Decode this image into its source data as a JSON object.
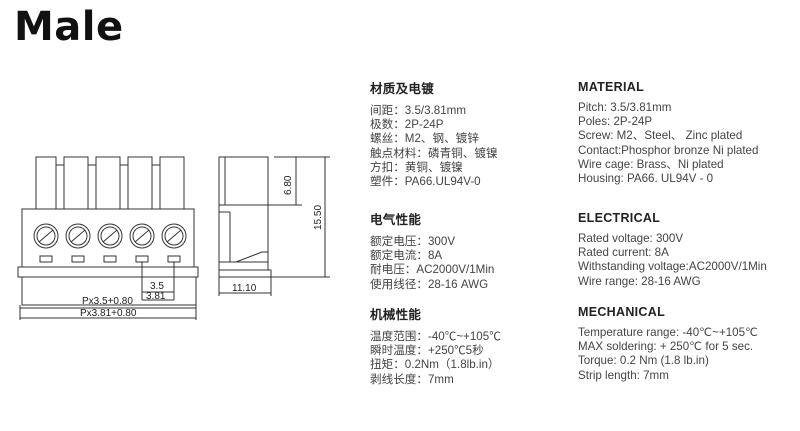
{
  "title": "Male",
  "drawing": {
    "front_pitch_label": "3.5",
    "front_pitch_label_2": "3.81",
    "front_dim_1": "Px3.5+0.80",
    "front_dim_2": "Px3.81+0.80",
    "side_dim_height_inner": "6.80",
    "side_dim_height_total": "15.50",
    "side_dim_width": "11.10"
  },
  "cn": {
    "material": {
      "heading": "材质及电镀",
      "lines": [
        "间距：3.5/3.81mm",
        "极数：2P-24P",
        "螺丝：M2、钢、镀锌",
        "触点材料：磷青铜、镀镍",
        "方扣：黄铜、镀镍",
        "塑件：PA66.UL94V-0"
      ]
    },
    "electrical": {
      "heading": "电气性能",
      "lines": [
        "额定电压：300V",
        "额定电流：8A",
        "耐电压：AC2000V/1Min",
        "使用线径：28-16 AWG"
      ]
    },
    "mechanical": {
      "heading": "机械性能",
      "lines": [
        "温度范围：-40℃~+105℃",
        "瞬时温度：+250℃5秒",
        "扭矩：0.2Nm（1.8lb.in）",
        "剥线长度：7mm"
      ]
    }
  },
  "en": {
    "material": {
      "heading": "MATERIAL",
      "lines": [
        "Pitch: 3.5/3.81mm",
        "Poles: 2P-24P",
        "Screw: M2、Steel、 Zinc plated",
        "Contact:Phosphor bronze Ni plated",
        "Wire cage: Brass、Ni plated",
        "Housing: PA66. UL94V - 0"
      ]
    },
    "electrical": {
      "heading": "ELECTRICAL",
      "lines": [
        "Rated voltage: 300V",
        "Rated current: 8A",
        "Withstanding voltage:AC2000V/1Min",
        "Wire range: 28-16 AWG"
      ]
    },
    "mechanical": {
      "heading": "MECHANICAL",
      "lines": [
        "Temperature range: -40℃~+105℃",
        "MAX soldering: + 250℃ for 5 sec.",
        "Torque: 0.2 Nm (1.8 lb.in)",
        "Strip length: 7mm"
      ]
    }
  }
}
